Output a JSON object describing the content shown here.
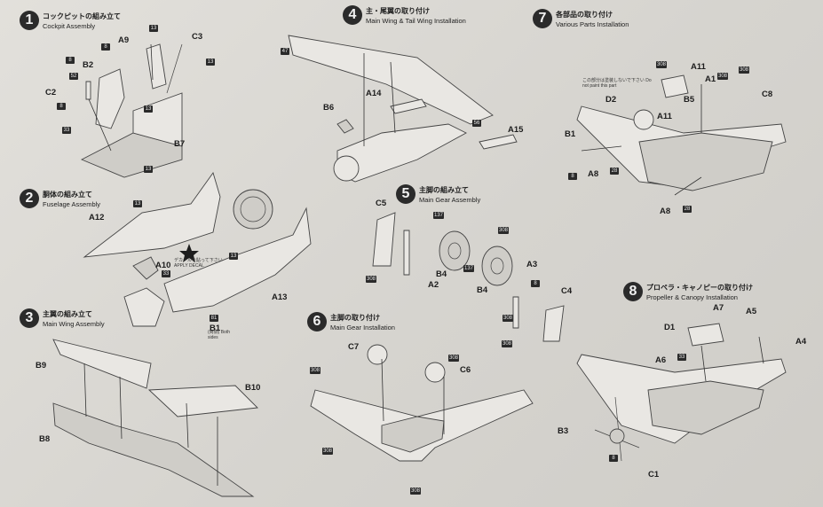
{
  "steps": [
    {
      "number": "1",
      "jp": "コックピットの組み立て",
      "en": "Cockpit Assembly"
    },
    {
      "number": "2",
      "jp": "胴体の組み立て",
      "en": "Fuselage Assembly"
    },
    {
      "number": "3",
      "jp": "主翼の組み立て",
      "en": "Main Wing Assembly"
    },
    {
      "number": "4",
      "jp": "主・尾翼の取り付け",
      "en": "Main Wing & Tail Wing Installation"
    },
    {
      "number": "5",
      "jp": "主脚の組み立て",
      "en": "Main Gear Assembly"
    },
    {
      "number": "6",
      "jp": "主脚の取り付け",
      "en": "Main Gear Installation"
    },
    {
      "number": "7",
      "jp": "各部品の取り付け",
      "en": "Various Parts Installation"
    },
    {
      "number": "8",
      "jp": "プロペラ・キャノピーの取り付け",
      "en": "Propeller & Canopy Installation"
    }
  ],
  "parts": {
    "s1": [
      "A9",
      "C3",
      "B2",
      "C2",
      "B7"
    ],
    "s2": [
      "A12",
      "A10",
      "A13",
      "B1"
    ],
    "s3": [
      "B9",
      "B10",
      "B8"
    ],
    "s4": [
      "A14",
      "B6",
      "A15"
    ],
    "s5": [
      "C5",
      "A2",
      "B4",
      "B4",
      "A3",
      "C4"
    ],
    "s6": [
      "C7",
      "C6"
    ],
    "s7": [
      "A11",
      "A1",
      "C8",
      "B5",
      "D2",
      "A11",
      "B1",
      "A8",
      "A8"
    ],
    "s8": [
      "A7",
      "A5",
      "D1",
      "A4",
      "A6",
      "B3",
      "C1"
    ]
  },
  "paints": {
    "s1": [
      "13",
      "13",
      "8",
      "8",
      "52",
      "8",
      "33",
      "13",
      "13"
    ],
    "s2": [
      "13",
      "33",
      "13",
      "81"
    ],
    "s4": [
      "47",
      "56"
    ],
    "s5": [
      "137",
      "308",
      "308",
      "137",
      "8",
      "308",
      "308"
    ],
    "s6": [
      "308",
      "308",
      "308",
      "308"
    ],
    "s7": [
      "308",
      "308",
      "308",
      "8",
      "28",
      "28"
    ],
    "s8": [
      "33",
      "8"
    ]
  },
  "notes": {
    "decal": "デカールを貼って下さい APPLY DECAL",
    "s2_side": "(両側) Both sides",
    "s7_side": "この部分は塗装しないで下さい Do not paint this part"
  }
}
